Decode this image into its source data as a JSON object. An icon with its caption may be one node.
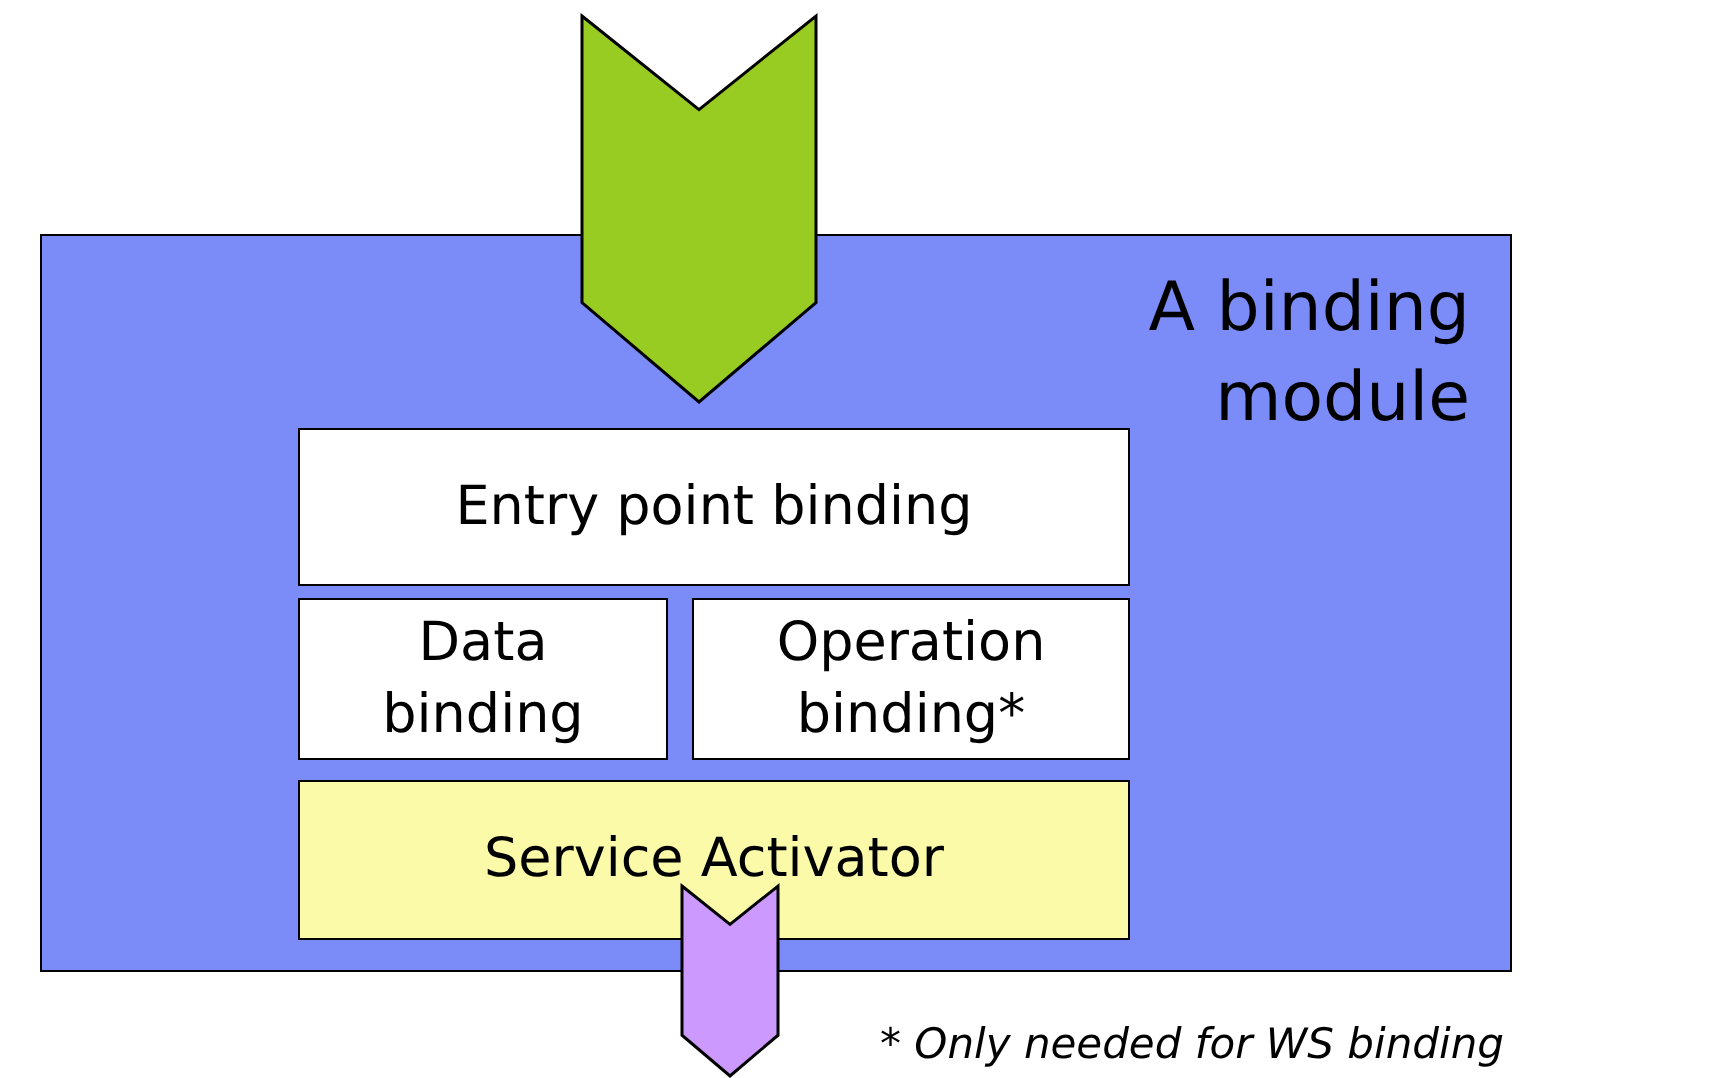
{
  "diagram": {
    "nodes": [
      {
        "text": [
          "A binding module"
        ]
      },
      {
        "text": [
          "Entry point binding"
        ],
        "in": 0
      },
      {
        "text": [
          "Data binding"
        ],
        "in": 0
      },
      {
        "text": [
          "Operation binding*"
        ],
        "in": 0
      },
      {
        "text": [
          "Service Activator"
        ],
        "in": 0
      }
    ],
    "edges": [
      {
        "from": null,
        "to": 1,
        "arrow": "to",
        "style": "thick",
        "color": "#99cc22"
      },
      {
        "from": 4,
        "to": null,
        "arrow": "to",
        "style": "thick",
        "color": "#cc99ff"
      }
    ],
    "labels": [
      "* Only needed for WS binding"
    ]
  }
}
